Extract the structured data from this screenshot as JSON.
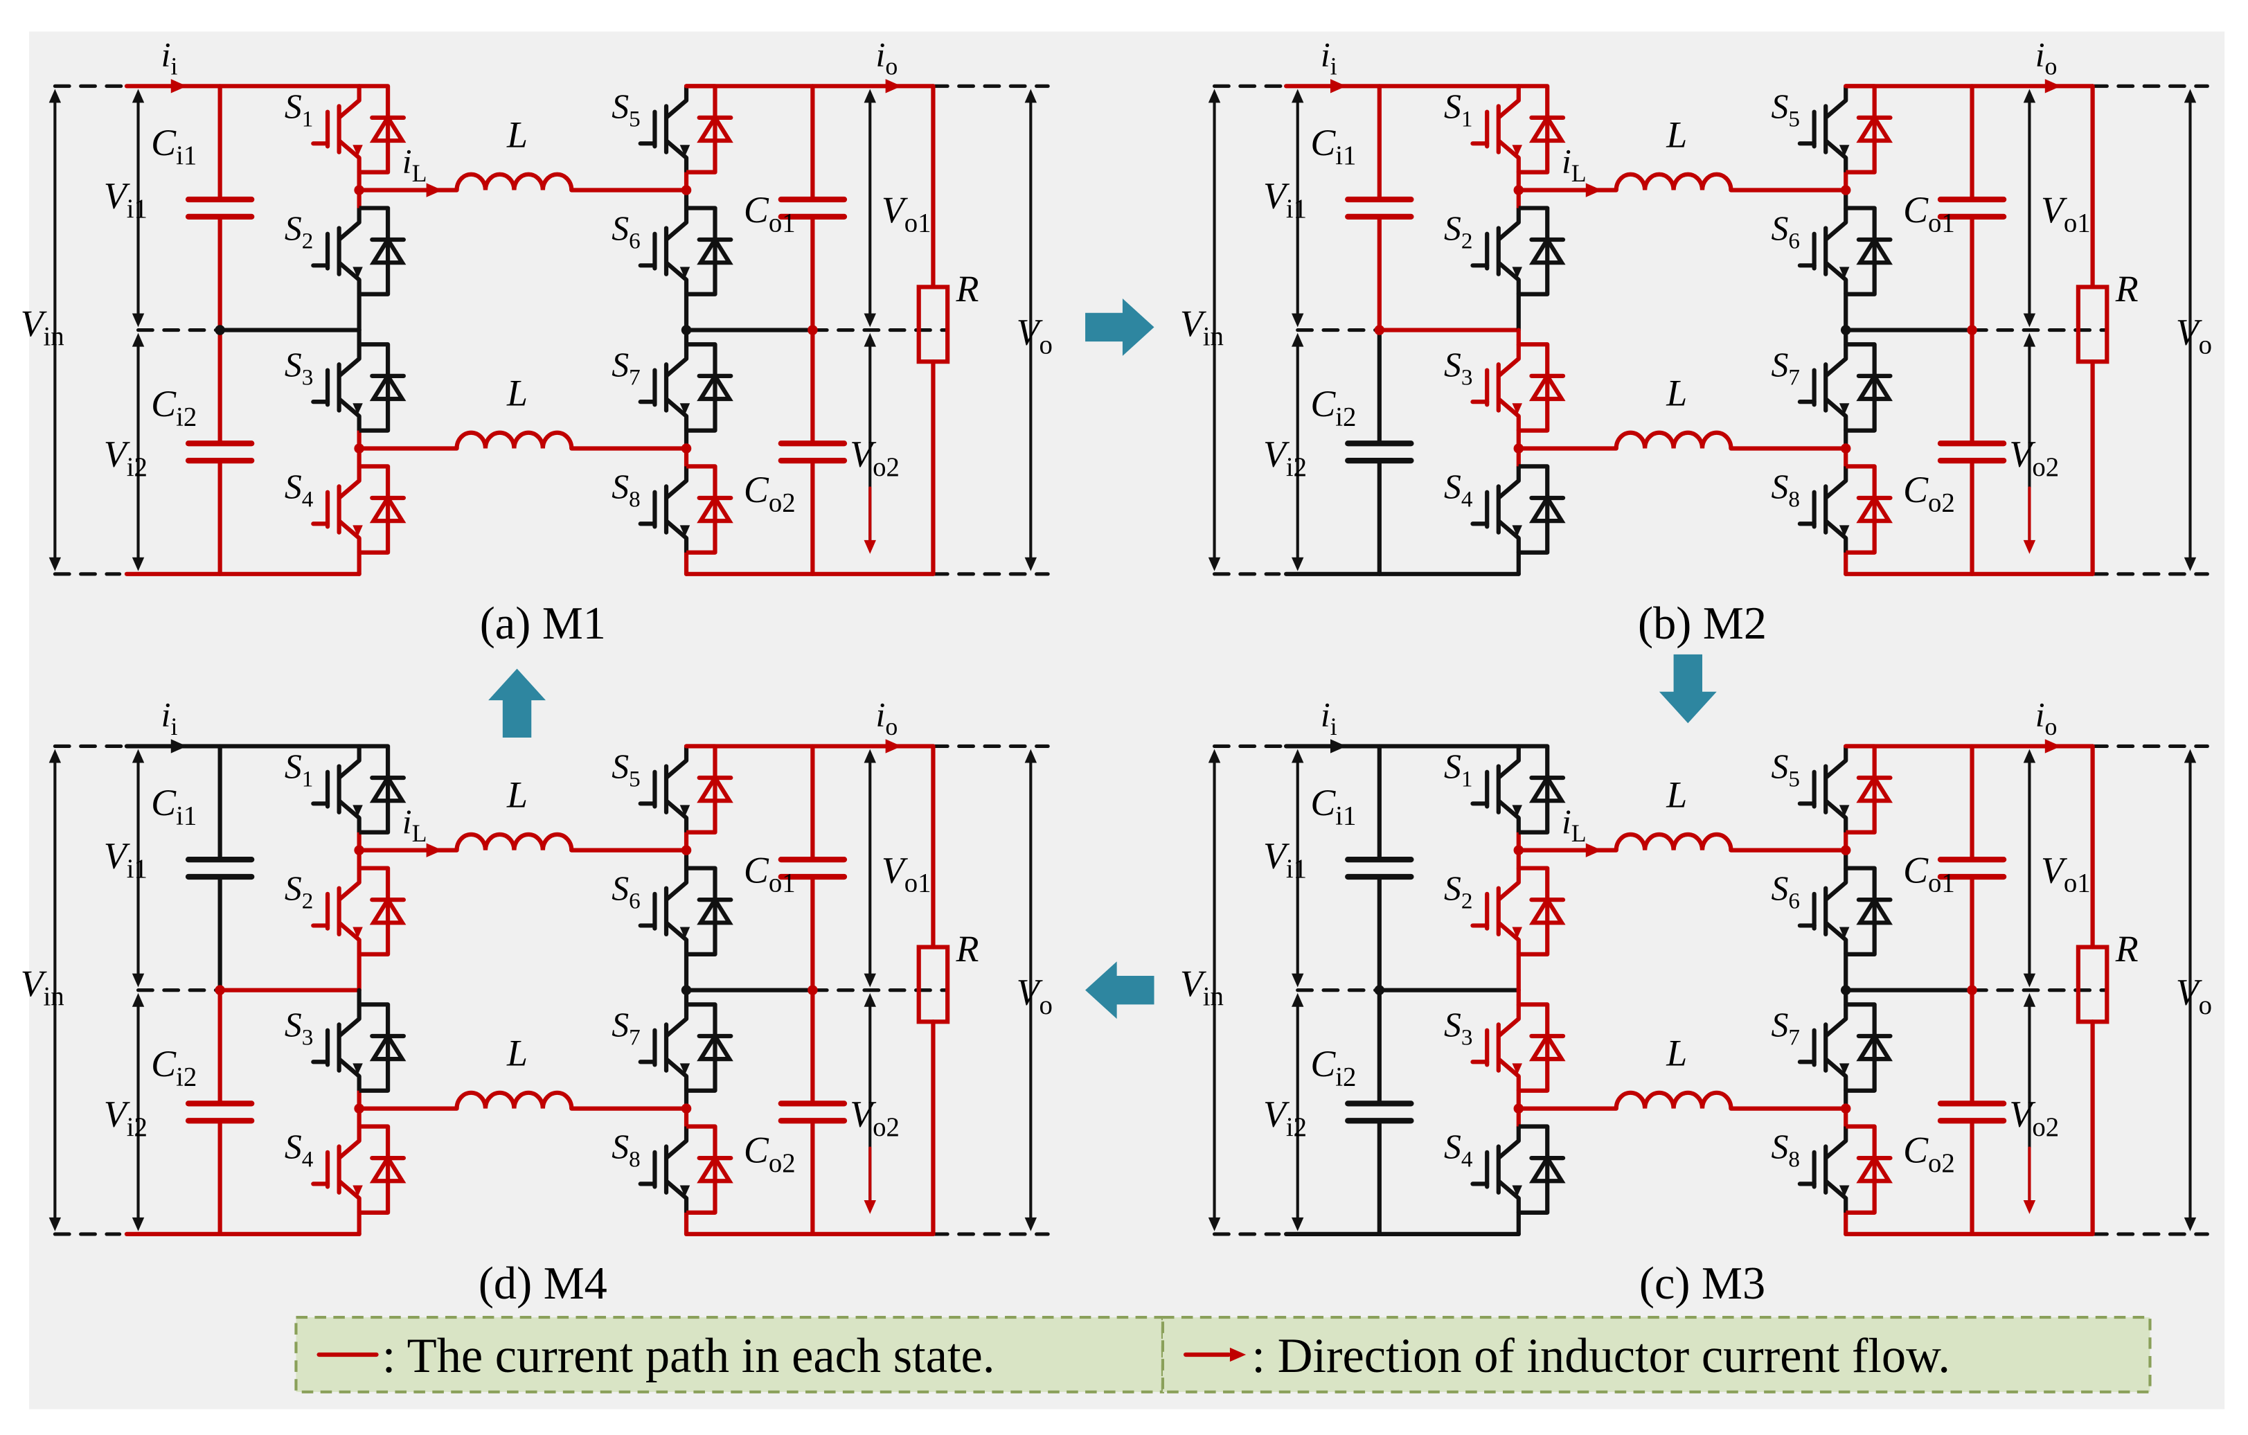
{
  "colors": {
    "active": "#C00000",
    "inactive": "#111111",
    "arrow": "#2E86A0",
    "legend_bg": "#D9E4C5",
    "legend_border": "#8AA05A",
    "panel_bg": "#F0F0F0"
  },
  "labels": {
    "Vin_main": "V",
    "Vin_sub": "in",
    "Vi1_main": "V",
    "Vi1_sub": "i1",
    "Vi2_main": "V",
    "Vi2_sub": "i2",
    "Ci1_main": "C",
    "Ci1_sub": "i1",
    "Ci2_main": "C",
    "Ci2_sub": "i2",
    "ii_main": "i",
    "ii_sub": "i",
    "io_main": "i",
    "io_sub": "o",
    "iL_main": "i",
    "iL_sub": "L",
    "L": "L",
    "R": "R",
    "Vo_main": "V",
    "Vo_sub": "o",
    "Vo1_main": "V",
    "Vo1_sub": "o1",
    "Vo2_main": "V",
    "Vo2_sub": "o2",
    "Co1_main": "C",
    "Co1_sub": "o1",
    "Co2_main": "C",
    "Co2_sub": "o2",
    "S": "S",
    "switch_numbers": [
      "1",
      "2",
      "3",
      "4",
      "5",
      "6",
      "7",
      "8"
    ]
  },
  "panels": [
    {
      "id": "a",
      "caption": "(a) M1",
      "active": {
        "S1": true,
        "S2": false,
        "S3": false,
        "S4": true,
        "S5": true,
        "S6": false,
        "S7": false,
        "S8": true,
        "Ci1": true,
        "Ci2": true,
        "topLeft": true,
        "botLeft": true,
        "midLeft": false
      }
    },
    {
      "id": "b",
      "caption": "(b) M2",
      "active": {
        "S1": true,
        "S2": false,
        "S3": true,
        "S4": false,
        "S5": true,
        "S6": false,
        "S7": false,
        "S8": true,
        "Ci1": true,
        "Ci2": false,
        "topLeft": true,
        "botLeft": false,
        "midLeft": true
      }
    },
    {
      "id": "c",
      "caption": "(c) M3",
      "active": {
        "S1": false,
        "S2": true,
        "S3": true,
        "S4": false,
        "S5": true,
        "S6": false,
        "S7": false,
        "S8": true,
        "Ci1": false,
        "Ci2": false,
        "topLeft": false,
        "botLeft": false,
        "midLeft": false
      }
    },
    {
      "id": "d",
      "caption": "(d) M4",
      "active": {
        "S1": false,
        "S2": true,
        "S3": false,
        "S4": true,
        "S5": true,
        "S6": false,
        "S7": false,
        "S8": true,
        "Ci1": false,
        "Ci2": true,
        "topLeft": false,
        "botLeft": true,
        "midLeft": true
      }
    }
  ],
  "legend": {
    "item1": ":  The current path in each state.",
    "item2": ":  Direction of inductor current flow."
  }
}
